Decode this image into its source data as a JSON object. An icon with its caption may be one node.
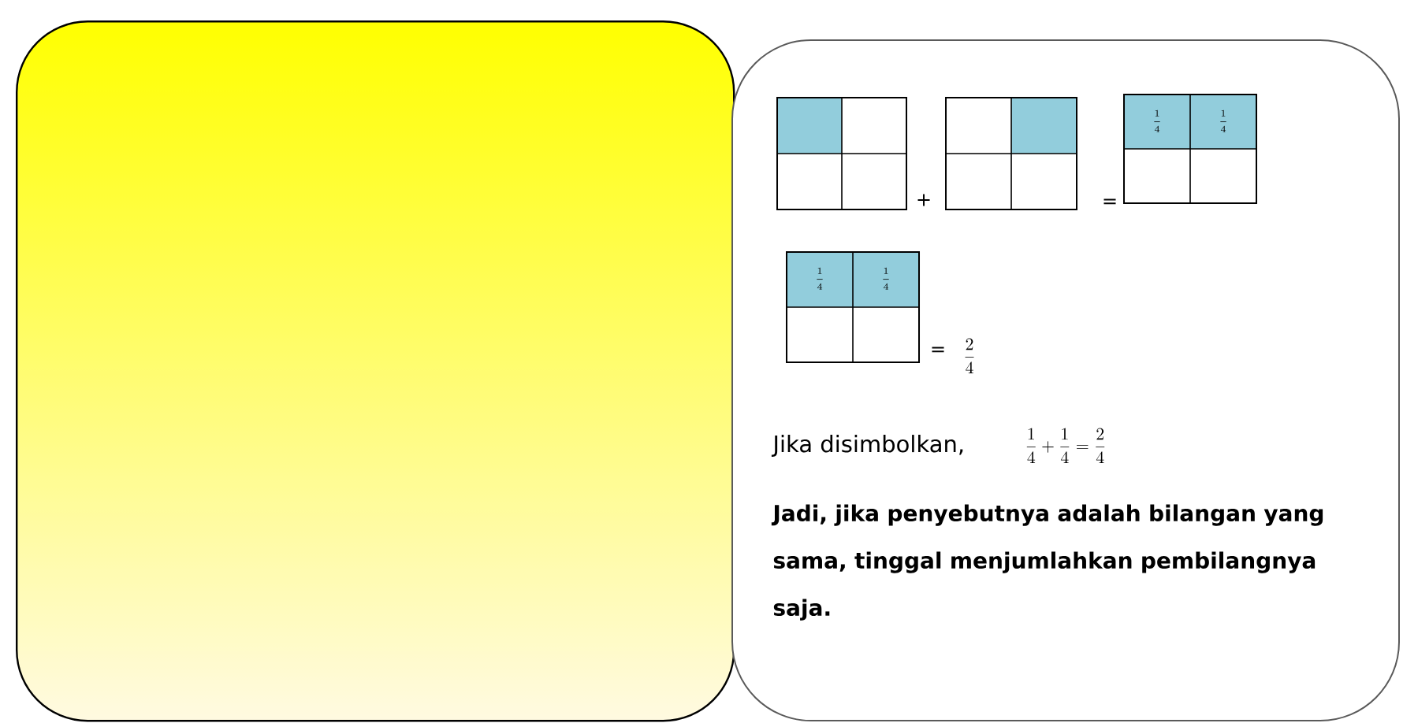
{
  "diagram": {
    "nodes": [
      {
        "text": [],
        "shape": "box"
      },
      {
        "text": [],
        "shape": "box"
      }
    ],
    "labels": [
      "+",
      "=",
      "\\frac{1}{4}",
      "\\frac{1}{4}",
      "\\frac{1}{4}",
      "\\frac{1}{4}",
      "=",
      "\\frac{2}{4}",
      "Jika disimbolkan,",
      "\\frac{1}{4}+\\frac{1}{4}=\\frac{2}{4}",
      "Jadi, jika penyebutnya adalah bilangan yang sama, tinggal menjumlahkan pembilangnya saja."
    ]
  }
}
